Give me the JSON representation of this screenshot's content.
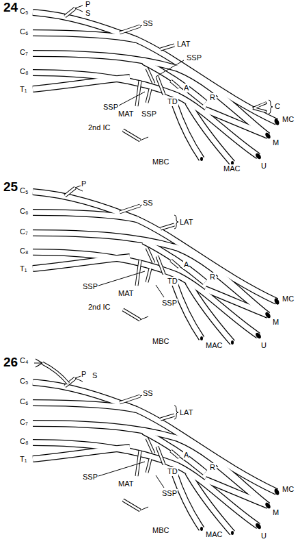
{
  "diagram": {
    "labels": [
      "24",
      "C₅",
      "P",
      "S",
      "C₆",
      "SS",
      "C₇",
      "LAT",
      "SSP",
      "A",
      "C₈",
      "R",
      "T₁",
      "C",
      "SSP",
      "TD",
      "MC",
      "MAT",
      "SSP",
      "M",
      "2nd IC",
      "U",
      "MBC",
      "MAC",
      "25",
      "C₅",
      "P",
      "C₆",
      "SS",
      "C₇",
      "LAT",
      "C₈",
      "A",
      "T₁",
      "R",
      "SSP",
      "TD",
      "MAT",
      "2nd IC",
      "MC",
      "SSP",
      "M",
      "MBC",
      "MAC",
      "U",
      "26",
      "C₄",
      "C₅",
      "P",
      "S",
      "SS",
      "LAT",
      "C₆",
      "C₇",
      "A",
      "C₈",
      "R",
      "T₁",
      "SSP",
      "MAT",
      "TD",
      "SSP",
      "MBC",
      "MAC",
      "MC",
      "M",
      "U"
    ]
  }
}
